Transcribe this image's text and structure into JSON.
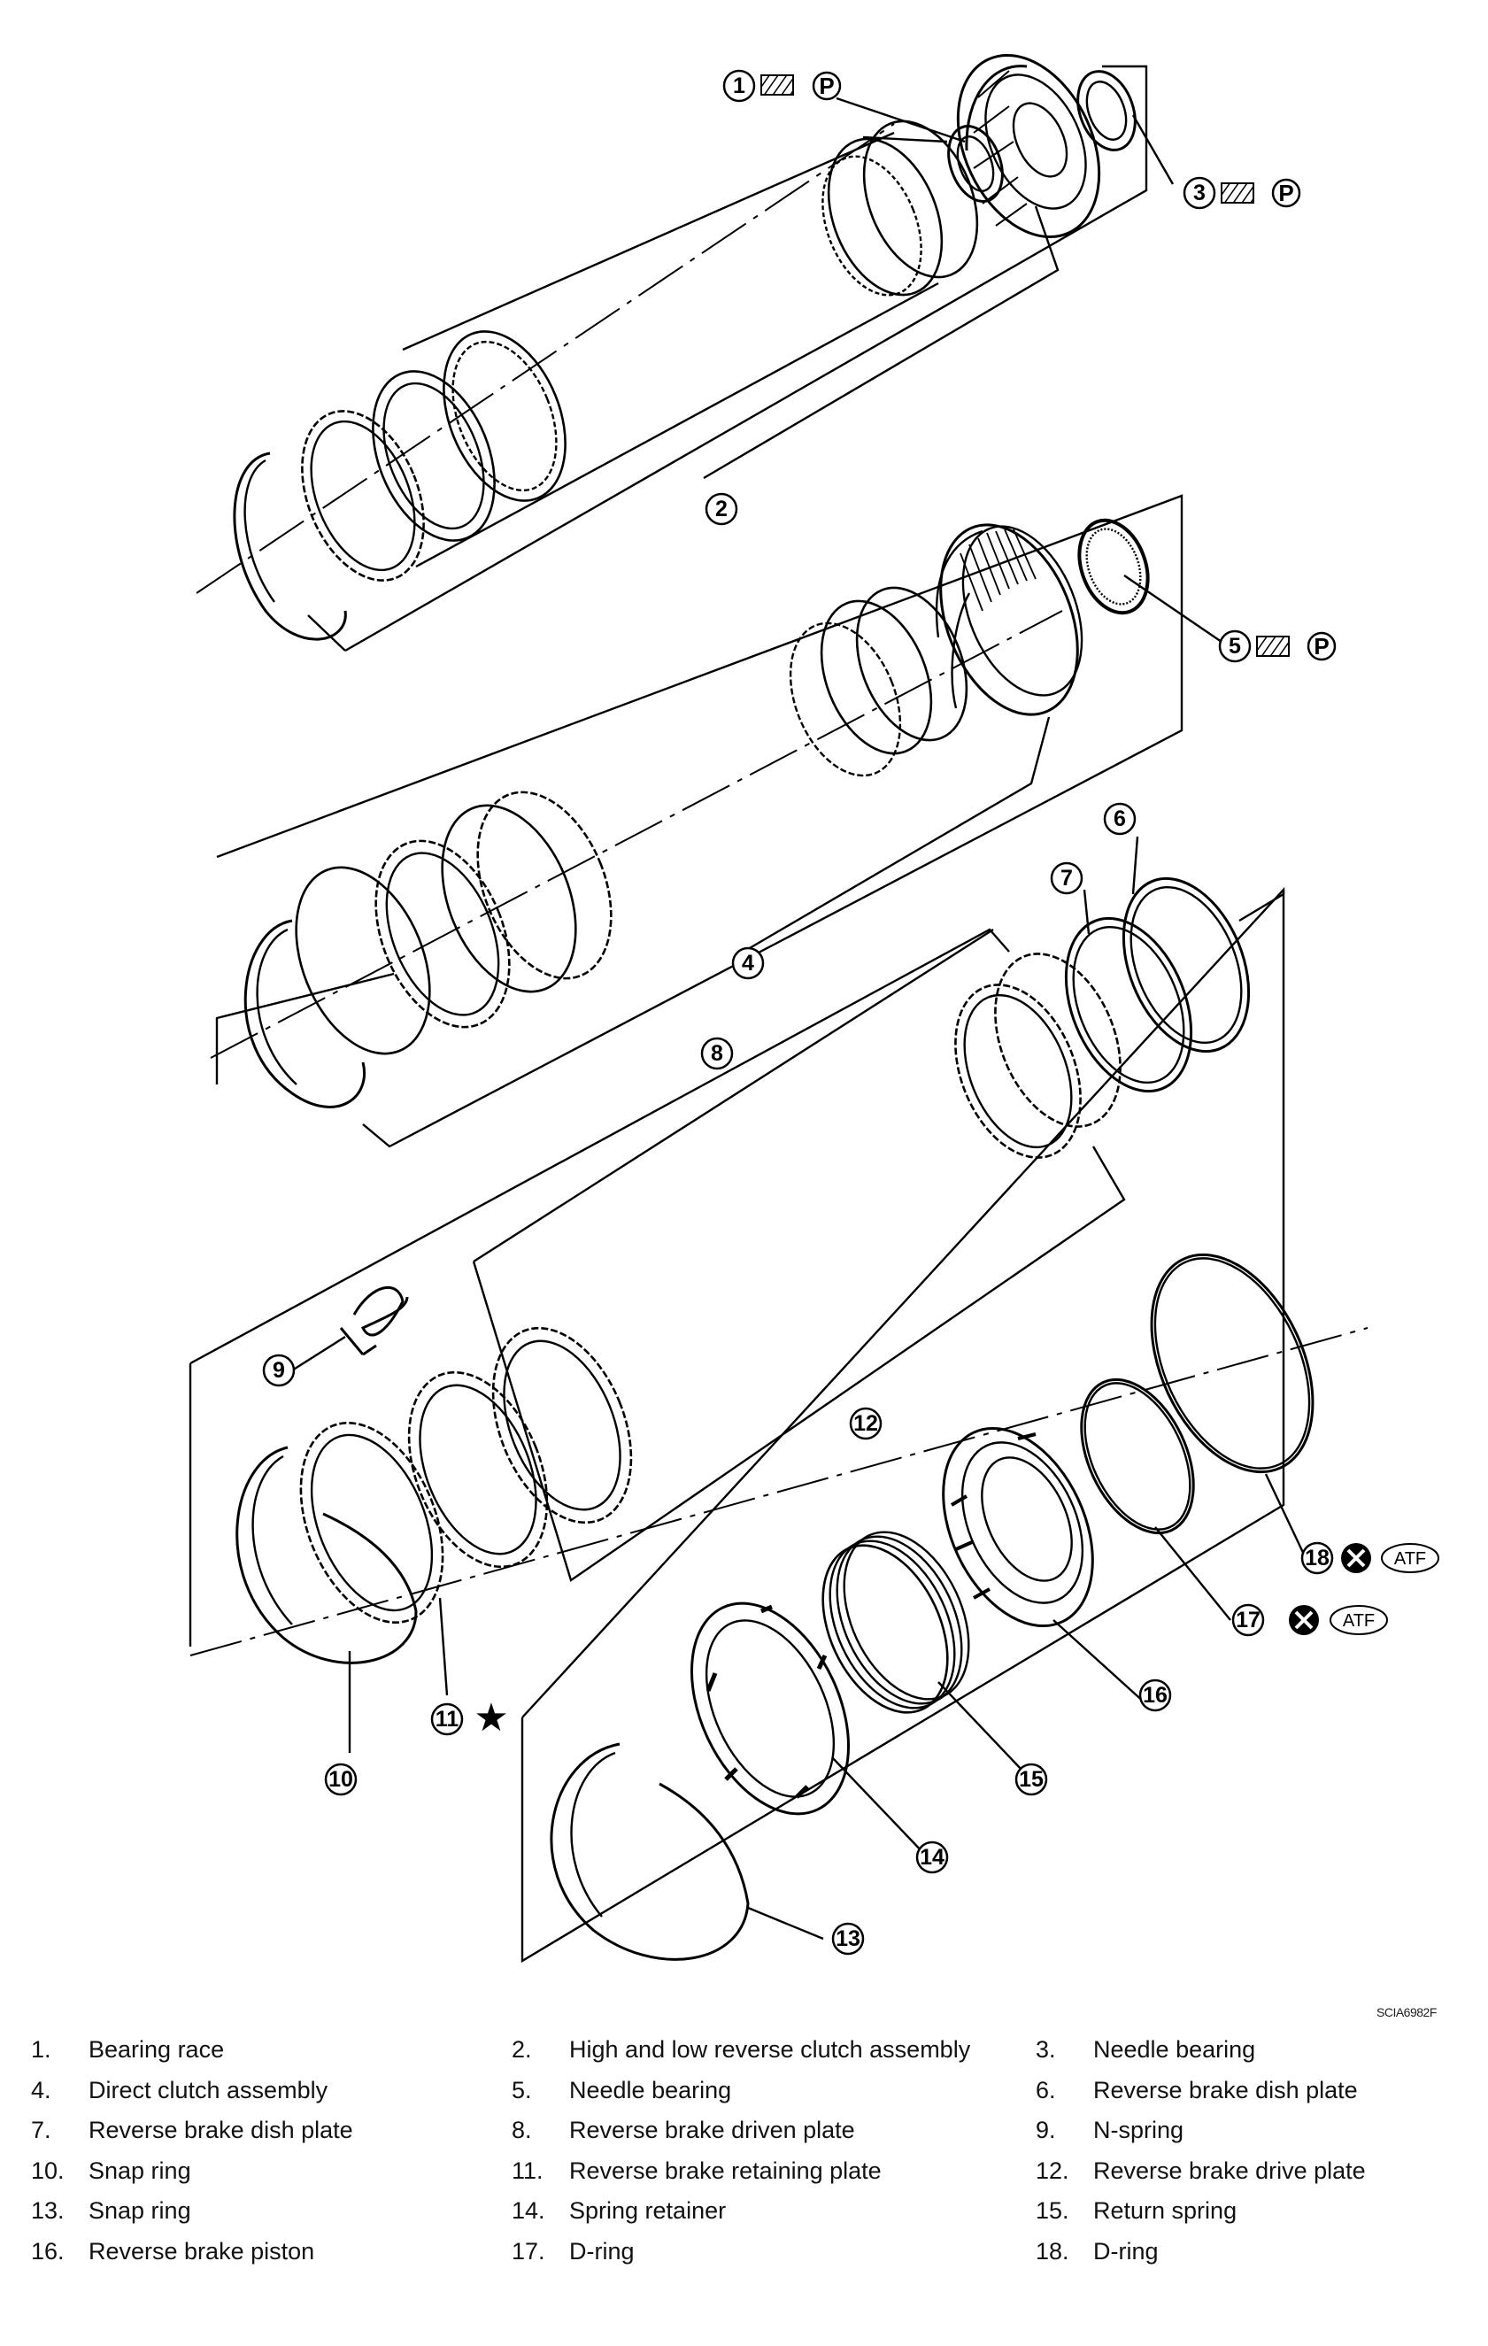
{
  "figure_code": "SCIA6982F",
  "callouts": [
    "1",
    "2",
    "3",
    "4",
    "5",
    "6",
    "7",
    "8",
    "9",
    "10",
    "11",
    "12",
    "13",
    "14",
    "15",
    "16",
    "17",
    "18"
  ],
  "symbols": {
    "p_mark": "P",
    "atf_label": "ATF",
    "star_mark": "★"
  },
  "legend": [
    {
      "num": "1.",
      "label": "Bearing race"
    },
    {
      "num": "2.",
      "label": "High and low reverse clutch assembly"
    },
    {
      "num": "3.",
      "label": "Needle bearing"
    },
    {
      "num": "4.",
      "label": "Direct clutch assembly"
    },
    {
      "num": "5.",
      "label": "Needle bearing"
    },
    {
      "num": "6.",
      "label": "Reverse brake dish plate"
    },
    {
      "num": "7.",
      "label": "Reverse brake dish plate"
    },
    {
      "num": "8.",
      "label": "Reverse brake driven plate"
    },
    {
      "num": "9.",
      "label": "N-spring"
    },
    {
      "num": "10.",
      "label": "Snap ring"
    },
    {
      "num": "11.",
      "label": "Reverse brake retaining plate"
    },
    {
      "num": "12.",
      "label": "Reverse brake drive plate"
    },
    {
      "num": "13.",
      "label": "Snap ring"
    },
    {
      "num": "14.",
      "label": "Spring retainer"
    },
    {
      "num": "15.",
      "label": "Return spring"
    },
    {
      "num": "16.",
      "label": "Reverse brake piston"
    },
    {
      "num": "17.",
      "label": "D-ring"
    },
    {
      "num": "18.",
      "label": "D-ring"
    }
  ]
}
